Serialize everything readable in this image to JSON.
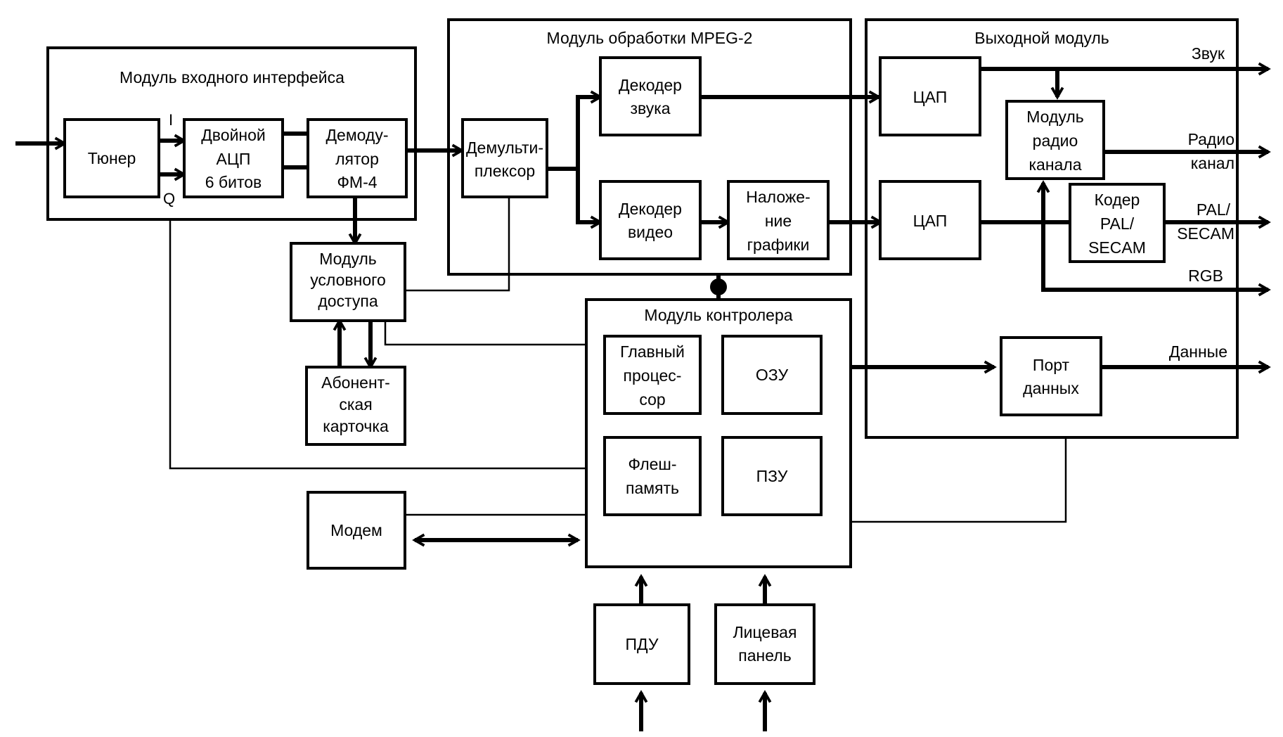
{
  "input_module": {
    "title": "Модуль входного интерфейса",
    "tuner": [
      "Тюнер"
    ],
    "adc": [
      "Двойной",
      "АЦП",
      "6 битов"
    ],
    "demod": [
      "Демоду-",
      "лятор",
      "ФМ-4"
    ],
    "i_label": "I",
    "q_label": "Q"
  },
  "mpeg_module": {
    "title": "Модуль обработки MPEG-2",
    "demux": [
      "Демульти-",
      "плексор"
    ],
    "audio_decoder": [
      "Декодер",
      "звука"
    ],
    "video_decoder": [
      "Декодер",
      "видео"
    ],
    "graphics_overlay": [
      "Наложе-",
      "ние",
      "графики"
    ]
  },
  "output_module": {
    "title": "Выходной модуль",
    "dac_audio": [
      "ЦАП"
    ],
    "dac_video": [
      "ЦАП"
    ],
    "radio_module": [
      "Модуль",
      "радио",
      "канала"
    ],
    "pal_encoder": [
      "Кодер",
      "PAL/",
      "SECAM"
    ],
    "data_port": [
      "Порт",
      "данных"
    ],
    "out_sound": "Звук",
    "out_radio": [
      "Радио",
      "канал"
    ],
    "out_pal": [
      "PAL/",
      "SECAM"
    ],
    "out_rgb": "RGB",
    "out_data": "Данные"
  },
  "conditional_access": [
    "Модуль",
    "условного",
    "доступа"
  ],
  "subscriber_card": [
    "Абонент-",
    "ская",
    "карточка"
  ],
  "controller_module": {
    "title": "Модуль контролера",
    "cpu": [
      "Главный",
      "процес-",
      "сор"
    ],
    "ram": [
      "ОЗУ"
    ],
    "flash": [
      "Флеш-",
      "память"
    ],
    "rom": [
      "ПЗУ"
    ]
  },
  "modem": [
    "Модем"
  ],
  "remote": [
    "ПДУ"
  ],
  "front_panel": [
    "Лицевая",
    "панель"
  ]
}
